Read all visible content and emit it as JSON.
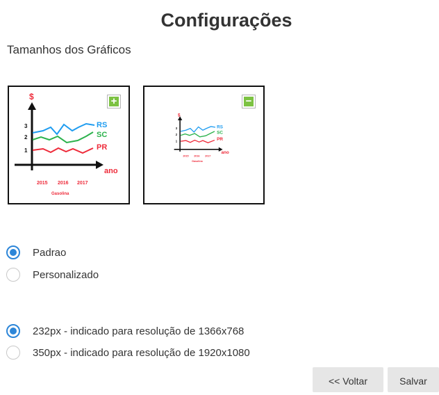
{
  "page": {
    "title": "Configurações",
    "section_title": "Tamanhos dos Gráficos"
  },
  "thumbnails": {
    "chart_text": {
      "currency": "$",
      "series": [
        "RS",
        "SC",
        "PR"
      ],
      "y_ticks": [
        "3",
        "2",
        "1"
      ],
      "x_ticks": [
        "2015",
        "2016",
        "2017"
      ],
      "x_label": "ano",
      "caption": "Gasolina"
    },
    "zoom_in_icon": "+",
    "zoom_out_icon": "−",
    "colors": {
      "RS": "#1e9cf0",
      "SC": "#2bb24c",
      "PR": "#ee2b3a",
      "axis": "#111111",
      "label": "#ee2b3a",
      "zoom": "#7cc242"
    }
  },
  "size_mode": {
    "options": [
      {
        "label": "Padrao",
        "checked": true
      },
      {
        "label": "Personalizado",
        "checked": false
      }
    ]
  },
  "resolution": {
    "options": [
      {
        "label": "232px - indicado para resolução de 1366x768",
        "checked": true
      },
      {
        "label": "350px - indicado para resolução de 1920x1080",
        "checked": false
      }
    ]
  },
  "buttons": {
    "back": "<< Voltar",
    "save": "Salvar"
  }
}
